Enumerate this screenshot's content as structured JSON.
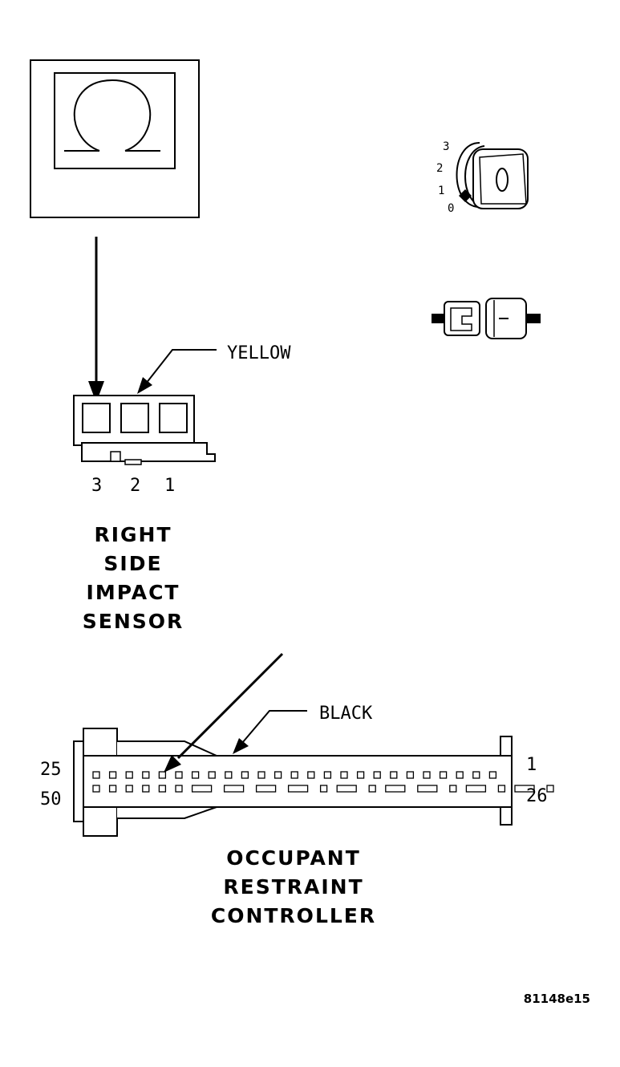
{
  "ohmmeter": {
    "symbol": "Ω"
  },
  "ignition_switch": {
    "positions": [
      "3",
      "2",
      "1",
      "0"
    ]
  },
  "sensor_connector": {
    "color_label": "YELLOW",
    "pin_labels": [
      "3",
      "2",
      "1"
    ],
    "title_lines": [
      "RIGHT",
      "SIDE",
      "IMPACT",
      "SENSOR"
    ]
  },
  "controller_connector": {
    "color_label": "BLACK",
    "left_pin_labels": [
      "25",
      "50"
    ],
    "right_pin_labels": [
      "1",
      "26"
    ],
    "title_lines": [
      "OCCUPANT",
      "RESTRAINT",
      "CONTROLLER"
    ]
  },
  "figure_code": "81148e15"
}
